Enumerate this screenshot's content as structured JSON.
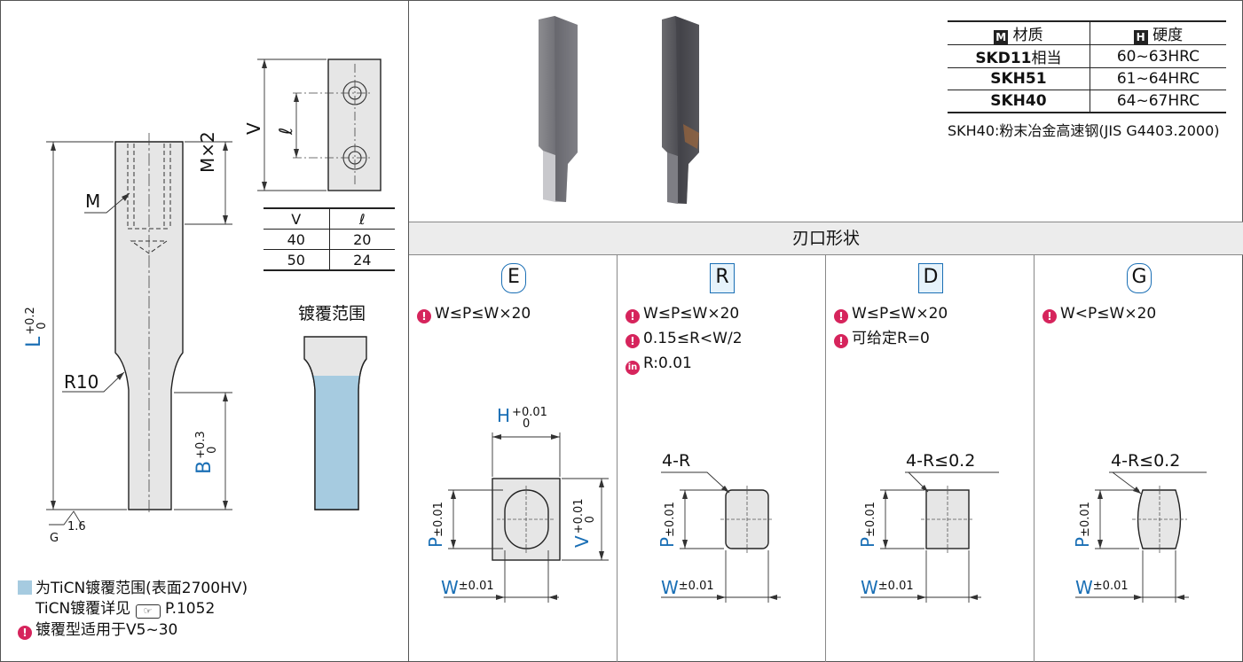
{
  "materials": {
    "header_material": "材质",
    "header_material_icon": "M",
    "header_hardness": "硬度",
    "header_hardness_icon": "H",
    "rows": [
      {
        "material": "SKD11",
        "material_suffix": "相当",
        "hardness": "60~63HRC"
      },
      {
        "material": "SKH51",
        "material_suffix": "",
        "hardness": "61~64HRC"
      },
      {
        "material": "SKH40",
        "material_suffix": "",
        "hardness": "64~67HRC"
      }
    ],
    "note": "SKH40:粉末冶金高速钢(JIS G4403.2000)"
  },
  "vl_table": {
    "headers": [
      "V",
      "ℓ"
    ],
    "rows": [
      [
        "40",
        "20"
      ],
      [
        "50",
        "24"
      ]
    ]
  },
  "main_drawing": {
    "labels": {
      "m": "M",
      "mx2": "M×2",
      "r10": "R10",
      "g": "G",
      "finish": "1.6",
      "v": "V",
      "ell": "ℓ",
      "l": "L",
      "l_tol_upper": "+0.2",
      "l_tol_lower": "0",
      "b": "B",
      "b_tol_upper": "+0.3",
      "b_tol_lower": "0"
    }
  },
  "coating": {
    "title": "镀覆范围",
    "legend": "为TiCN镀覆范围(表面2700HV)",
    "detail": "TiCN镀覆详见",
    "page_ref": "P.1052",
    "warning": "镀覆型适用于V5~30"
  },
  "edge_shapes": {
    "title": "刃口形状",
    "shapes": [
      {
        "code": "E",
        "conditions": [
          "W≤P≤W×20"
        ],
        "corner_label": "",
        "has_h": true
      },
      {
        "code": "R",
        "conditions": [
          "W≤P≤W×20",
          "0.15≤R<W/2"
        ],
        "info": "R:0.01",
        "corner_label": "4-R"
      },
      {
        "code": "D",
        "conditions": [
          "W≤P≤W×20",
          "可给定R=0"
        ],
        "corner_label": "4-R≤0.2"
      },
      {
        "code": "G",
        "conditions": [
          "W<P≤W×20"
        ],
        "corner_label": "4-R≤0.2"
      }
    ],
    "dim_labels": {
      "p": "P",
      "p_tol": "±0.01",
      "w": "W",
      "w_tol": "±0.01",
      "h": "H",
      "h_tol_upper": "+0.01",
      "h_tol_lower": "0",
      "v": "V",
      "v_tol_upper": "+0.01",
      "v_tol_lower": "0"
    }
  },
  "colors": {
    "accent_blue": "#1a6fb5",
    "coating_fill": "#a6cbe0",
    "warning_pink": "#d6245c",
    "header_bar": "#ececec",
    "part_fill": "#e6e6e6"
  }
}
